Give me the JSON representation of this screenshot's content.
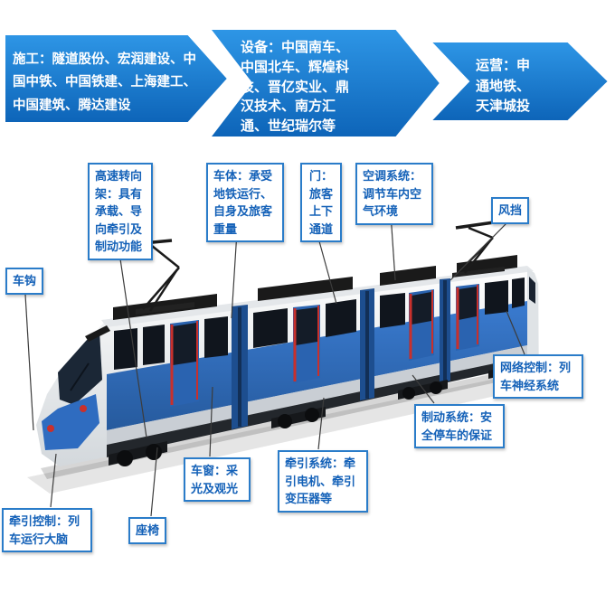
{
  "banners": [
    {
      "label": "施工：隧道股份、宏润建设、中国中铁、中国铁建、上海建工、中国建筑、腾达建设"
    },
    {
      "label": "设备：中国南车、中国北车、辉煌科技、晋亿实业、鼎汉技术、南方汇通、世纪瑞尔等"
    },
    {
      "label": "运营：申通地铁、天津城投"
    }
  ],
  "callouts": {
    "coupler": "车钩",
    "bogie": "高速转向架：具有承载、导向牵引及制动功能",
    "carbody": "车体：承受地铁运行、自身及旅客重量",
    "door": "门：旅客上下通道",
    "hvac": "空调系统：调节车内空气环境",
    "windshield": "风挡",
    "network": "网络控制：列车神经系统",
    "brake": "制动系统：安全停车的保证",
    "traction": "牵引系统：牵引电机、牵引变压器等",
    "window": "车窗：采光及观光",
    "seat": "座椅",
    "traction_control": "牵引控制：列车运行大脑"
  },
  "colors": {
    "banner_blue_top": "#2490e2",
    "banner_blue_bottom": "#0f67b8",
    "callout_border": "#2a7cc9",
    "callout_text": "#1461b8",
    "train_blue": "#2f6cc0",
    "accent_red": "#c9302c"
  }
}
